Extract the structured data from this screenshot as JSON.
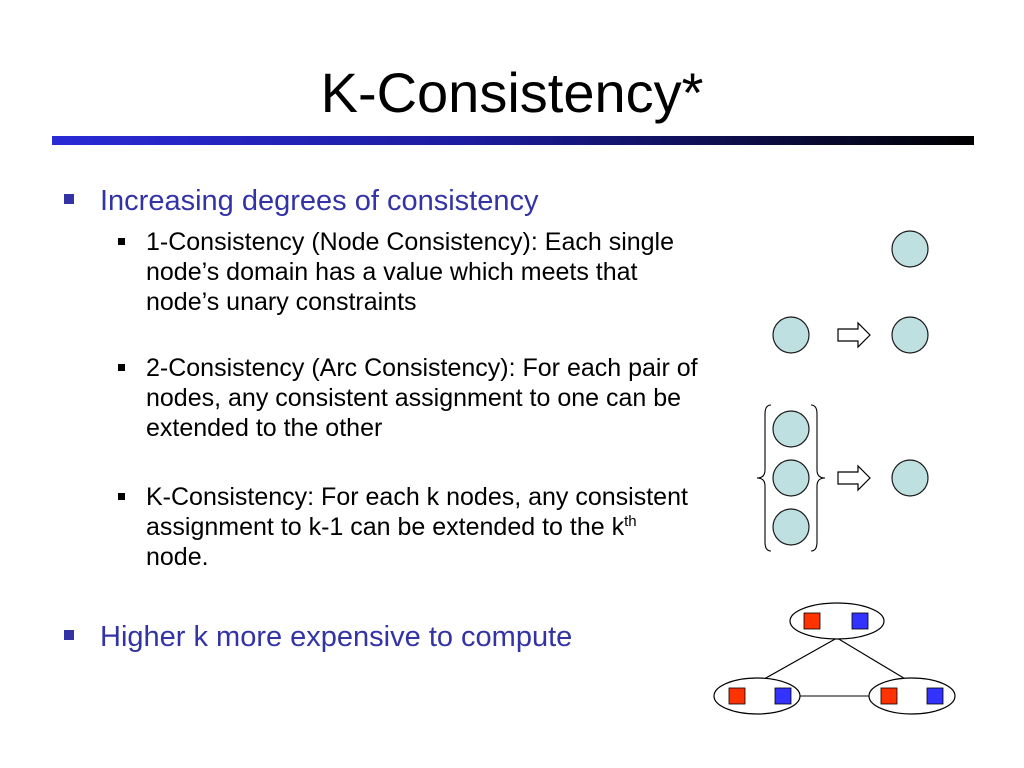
{
  "slide": {
    "title": "K-Consistency*",
    "bullets": [
      {
        "text": "Increasing degrees of consistency",
        "sub": [
          {
            "text": "1-Consistency (Node Consistency): Each single node’s domain has a value which meets that node’s unary constraints"
          },
          {
            "text": "2-Consistency (Arc Consistency): For each pair of nodes, any consistent assignment to one can be extended to the other"
          },
          {
            "text_before": "K-Consistency: For each k nodes, any consistent assignment to k-1 can be extended to the k",
            "sup": "th",
            "text_after": " node."
          }
        ]
      },
      {
        "text": "Higher k more expensive to compute"
      }
    ]
  },
  "colors": {
    "bullet_level1": "#3333a6",
    "rule_start": "#2a2ad6",
    "rule_end": "#000000",
    "node_fill": "#bfe0e0",
    "domain_red": "#ff3300",
    "domain_blue": "#3333ff"
  }
}
